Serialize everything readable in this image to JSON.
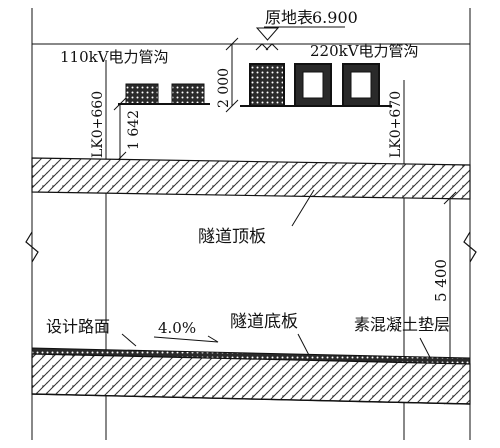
{
  "labels": {
    "ground": "原地表",
    "ground_elev": "6.900",
    "left_trench": "110kV电力管沟",
    "right_trench": "220kV电力管沟",
    "dim_trench_height": "2 000",
    "dim_cover": "1 642",
    "dim_tunnel": "5 400",
    "station_left": "LK0+660",
    "station_right": "LK0+670",
    "top_slab": "隧道顶板",
    "bottom_slab": "隧道底板",
    "design_road": "设计路面",
    "slope": "4.0%",
    "cushion": "素混凝土垫层"
  },
  "colors": {
    "line": "#111111",
    "hatch_bg": "#ffffff",
    "road_band": "#2a2a2a"
  }
}
